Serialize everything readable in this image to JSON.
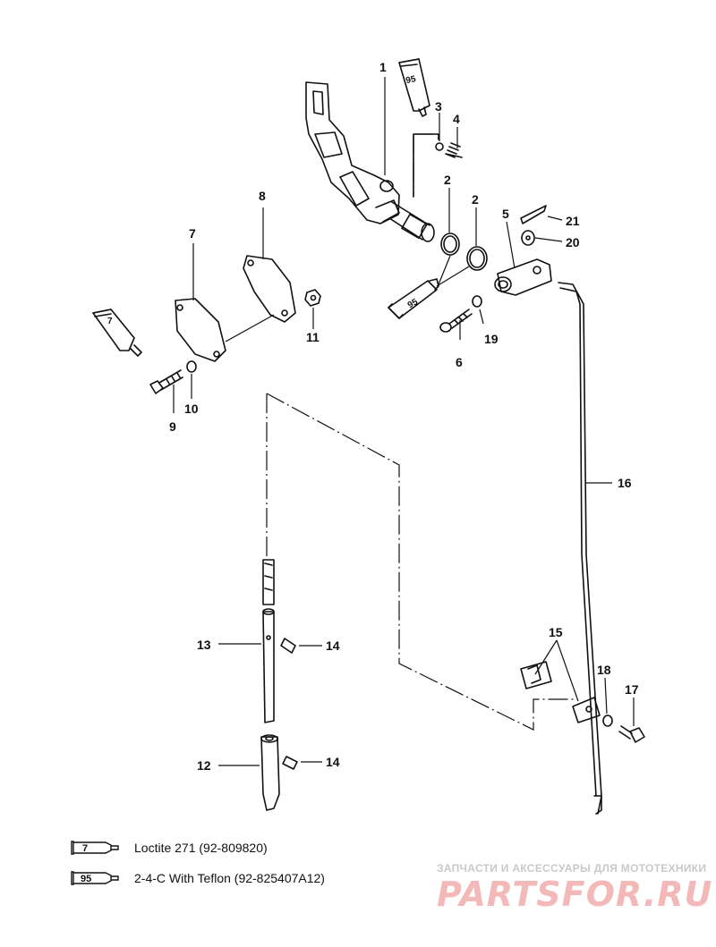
{
  "part_labels": {
    "p1": "1",
    "p2a": "2",
    "p2b": "2",
    "p3": "3",
    "p4": "4",
    "p5": "5",
    "p6": "6",
    "p7": "7",
    "p8": "8",
    "p9": "9",
    "p10": "10",
    "p11": "11",
    "p12": "12",
    "p13": "13",
    "p14a": "14",
    "p14b": "14",
    "p15": "15",
    "p16": "16",
    "p17": "17",
    "p18": "18",
    "p19": "19",
    "p20": "20",
    "p21": "21"
  },
  "tube_labels": {
    "t95a": "95",
    "t95b": "95",
    "t7": "7"
  },
  "legend": [
    {
      "code": "7",
      "text": "Loctite 271 (92-809820)"
    },
    {
      "code": "95",
      "text": "2-4-C  With Teflon (92-825407A12)"
    }
  ],
  "watermark": {
    "line": "ЗАПЧАСТИ И АКСЕССУАРЫ ДЛЯ МОТОТЕХНИКИ",
    "logo": "PARTSFOR.RU"
  },
  "colors": {
    "ink": "#111111",
    "watermark_red": "#f3b8b8",
    "watermark_grey": "#c9c9c9"
  }
}
